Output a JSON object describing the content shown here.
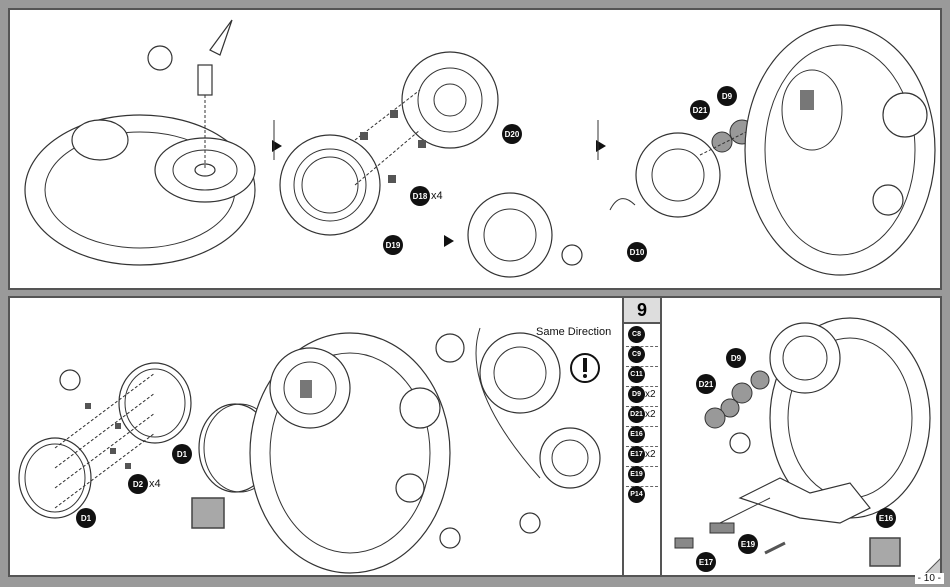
{
  "top_labels": [
    {
      "id": "D20",
      "qty": ""
    },
    {
      "id": "D18",
      "qty": "x4"
    },
    {
      "id": "D19",
      "qty": ""
    },
    {
      "id": "D21",
      "qty": ""
    },
    {
      "id": "D9",
      "qty": ""
    },
    {
      "id": "D10",
      "qty": ""
    }
  ],
  "bottom_labels": [
    {
      "id": "D1",
      "qty": ""
    },
    {
      "id": "D1",
      "qty": ""
    },
    {
      "id": "D2",
      "qty": "x4"
    },
    {
      "id": "D9",
      "qty": ""
    },
    {
      "id": "D21",
      "qty": ""
    },
    {
      "id": "E16",
      "qty": ""
    },
    {
      "id": "E19",
      "qty": ""
    },
    {
      "id": "E17",
      "qty": ""
    }
  ],
  "step": {
    "number": "9",
    "parts": [
      {
        "id": "C8",
        "qty": ""
      },
      {
        "id": "C9",
        "qty": ""
      },
      {
        "id": "C11",
        "qty": ""
      },
      {
        "id": "D9",
        "qty": "x2"
      },
      {
        "id": "D21",
        "qty": "x2"
      },
      {
        "id": "E16",
        "qty": ""
      },
      {
        "id": "E17",
        "qty": "x2"
      },
      {
        "id": "E19",
        "qty": ""
      },
      {
        "id": "P14",
        "qty": ""
      }
    ]
  },
  "note": "Same Direction",
  "page_number": "- 10 -"
}
